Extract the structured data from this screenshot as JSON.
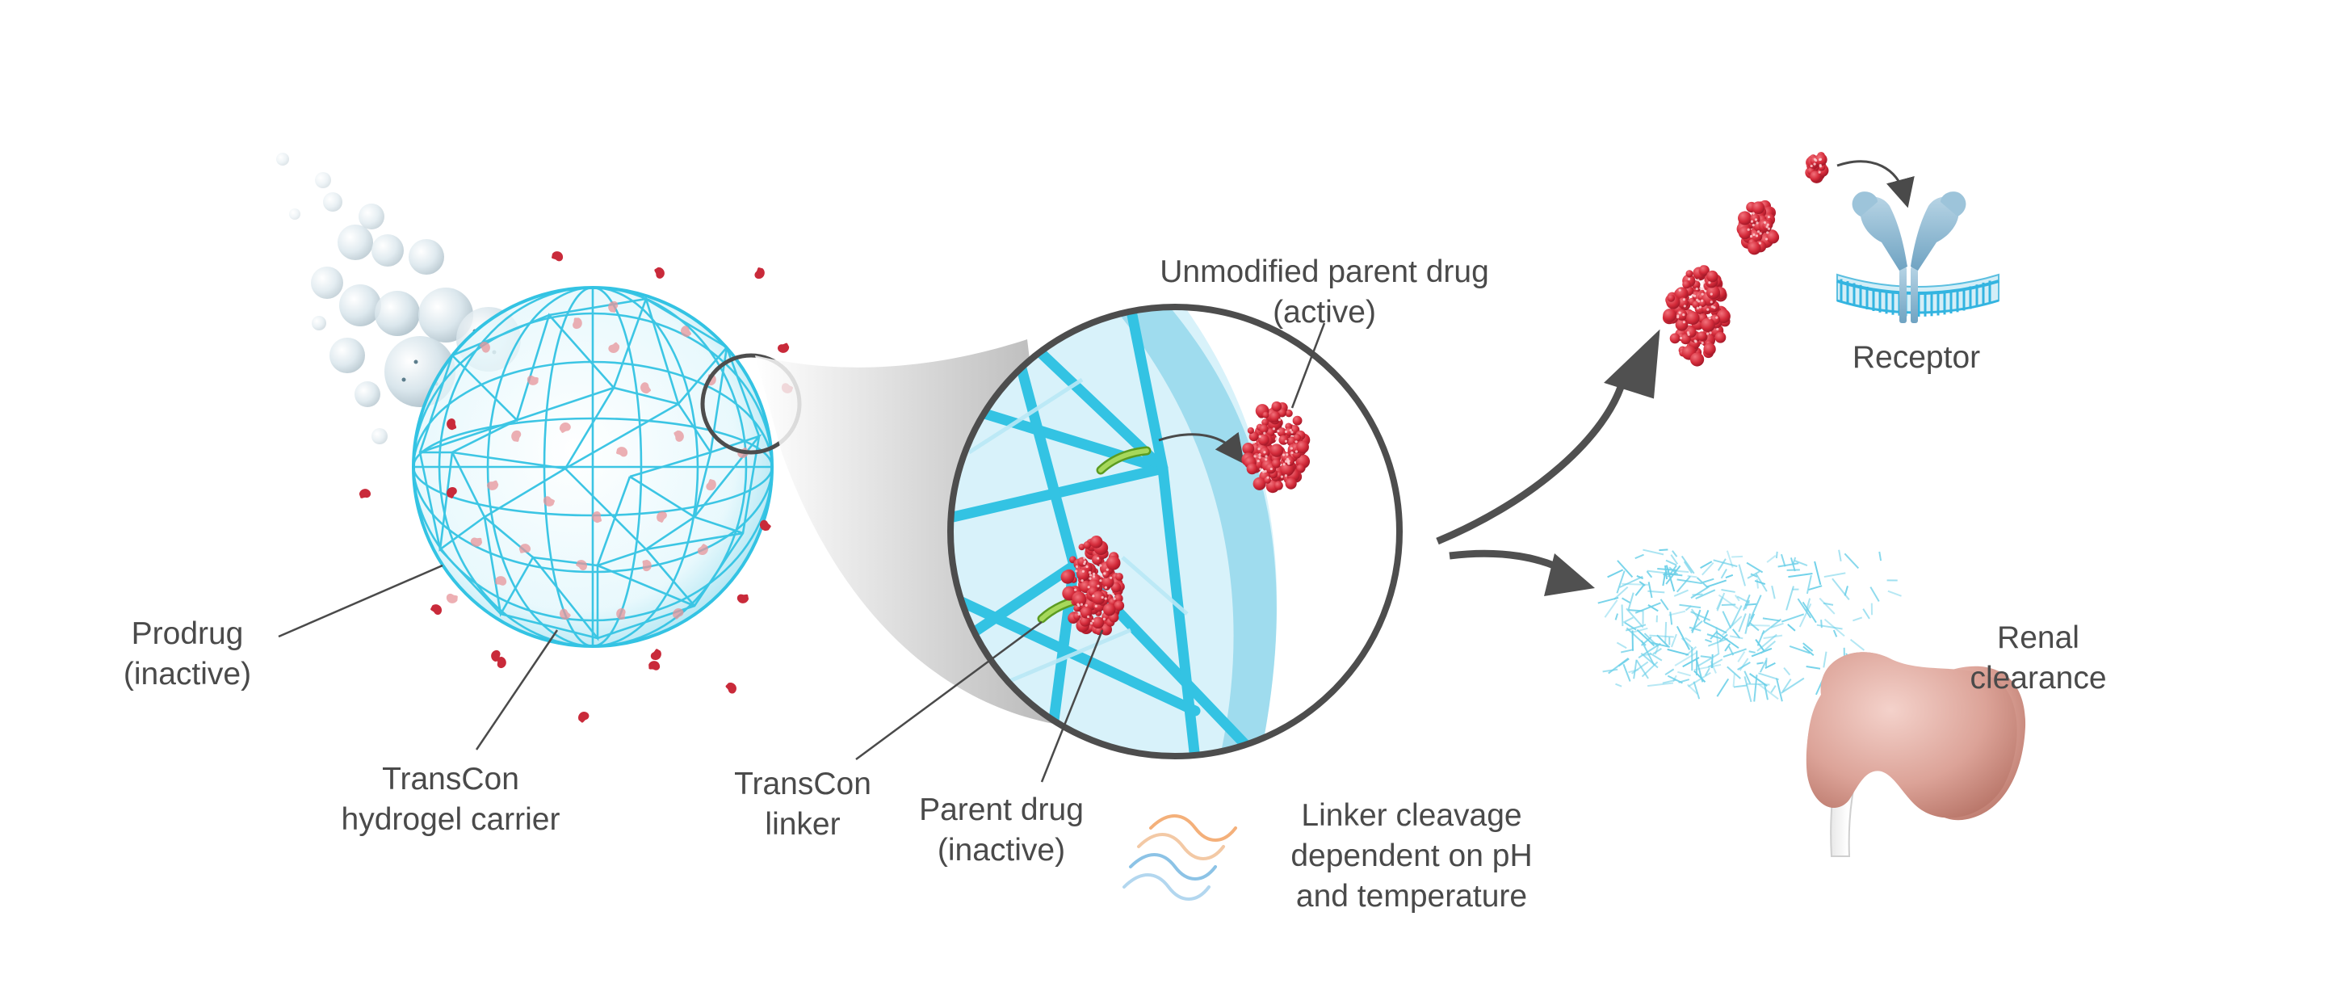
{
  "labels": {
    "prodrug": [
      "Prodrug",
      "(inactive)"
    ],
    "hydrogel": [
      "TransCon",
      "hydrogel carrier"
    ],
    "linker": [
      "TransCon",
      "linker"
    ],
    "parent_drug": [
      "Parent drug",
      "(inactive)"
    ],
    "active_drug": [
      "Unmodified parent drug",
      "(active)"
    ],
    "cleavage": [
      "Linker cleavage",
      "dependent on pH",
      "and temperature"
    ],
    "receptor": "Receptor",
    "renal": [
      "Renal",
      "clearance"
    ]
  },
  "colors": {
    "hydrogel": "#33c3e3",
    "drug": "#d42b3a",
    "linker": "#8bc53f",
    "arrow": "#505050",
    "receptor": "#8fbad3",
    "kidney": "#d99990",
    "text": "#4a4a4a"
  },
  "icons": {
    "sphere": "hydrogel-sphere-icon",
    "magnifier": "magnifier-circle-icon",
    "receptor": "receptor-icon",
    "kidney": "kidney-icon",
    "heat_ph": "wave-icon"
  }
}
